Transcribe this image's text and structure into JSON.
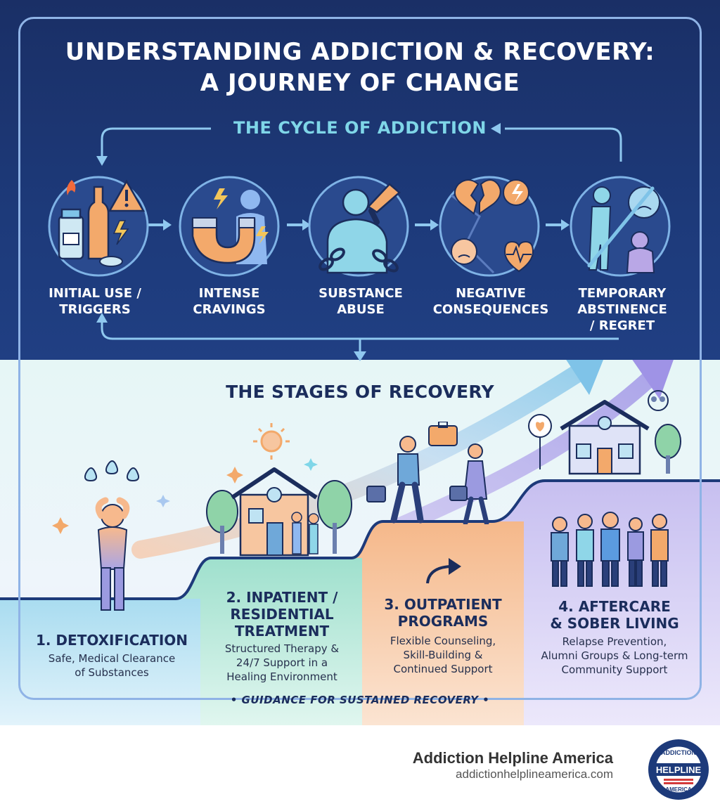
{
  "title": {
    "line1": "UNDERSTANDING ADDICTION & RECOVERY:",
    "line2": "A JOURNEY OF CHANGE"
  },
  "cycle": {
    "title": "THE CYCLE OF ADDICTION",
    "steps": [
      {
        "line1": "INITIAL USE /",
        "line2": "TRIGGERS",
        "icon": "bottles-warning-icon"
      },
      {
        "line1": "INTENSE",
        "line2": "CRAVINGS",
        "icon": "magnet-icon"
      },
      {
        "line1": "SUBSTANCE",
        "line2": "ABUSE",
        "icon": "drinking-chained-figure-icon"
      },
      {
        "line1": "NEGATIVE",
        "line2": "CONSEQUENCES",
        "icon": "broken-heart-icon"
      },
      {
        "line1": "TEMPORARY",
        "line2": "ABSTINENCE",
        "line3": "/ REGRET",
        "icon": "regret-figures-icon"
      }
    ]
  },
  "recovery": {
    "title": "THE STAGES OF RECOVERY",
    "stages": [
      {
        "title1": "1. DETOXIFICATION",
        "desc1": "Safe, Medical Clearance",
        "desc2": "of Substances",
        "icon": "sweating-figure-icon"
      },
      {
        "title1": "2. INPATIENT /",
        "title2": "RESIDENTIAL",
        "title3": "TREATMENT",
        "desc1": "Structured Therapy &",
        "desc2": "24/7 Support in a",
        "desc3": "Healing Environment",
        "icon": "treatment-house-icon"
      },
      {
        "title1": "3. OUTPATIENT",
        "title2": "PROGRAMS",
        "desc1": "Flexible Counseling,",
        "desc2": "Skill-Building &",
        "desc3": "Continued Support",
        "icon": "walking-people-icon"
      },
      {
        "title1": "4. AFTERCARE",
        "title2": "& SOBER LIVING",
        "desc1": "Relapse Prevention,",
        "desc2": "Alumni Groups & Long-term",
        "desc3": "Community Support",
        "icon": "community-group-icon"
      }
    ],
    "guidance": "• GUIDANCE FOR SUSTAINED RECOVERY •"
  },
  "footer": {
    "name": "Addiction Helpline America",
    "url": "addictionhelplineamerica.com",
    "seal_top": "ADDICTION",
    "seal_mid": "HELPLINE",
    "seal_bottom": "AMERICA"
  },
  "colors": {
    "navy": "#1a2f66",
    "cyan": "#7fd6e8",
    "frame": "#8fb3e6",
    "teal": "#bfeadf",
    "orange": "#f7c6a0",
    "lavender": "#d4ccf0"
  }
}
